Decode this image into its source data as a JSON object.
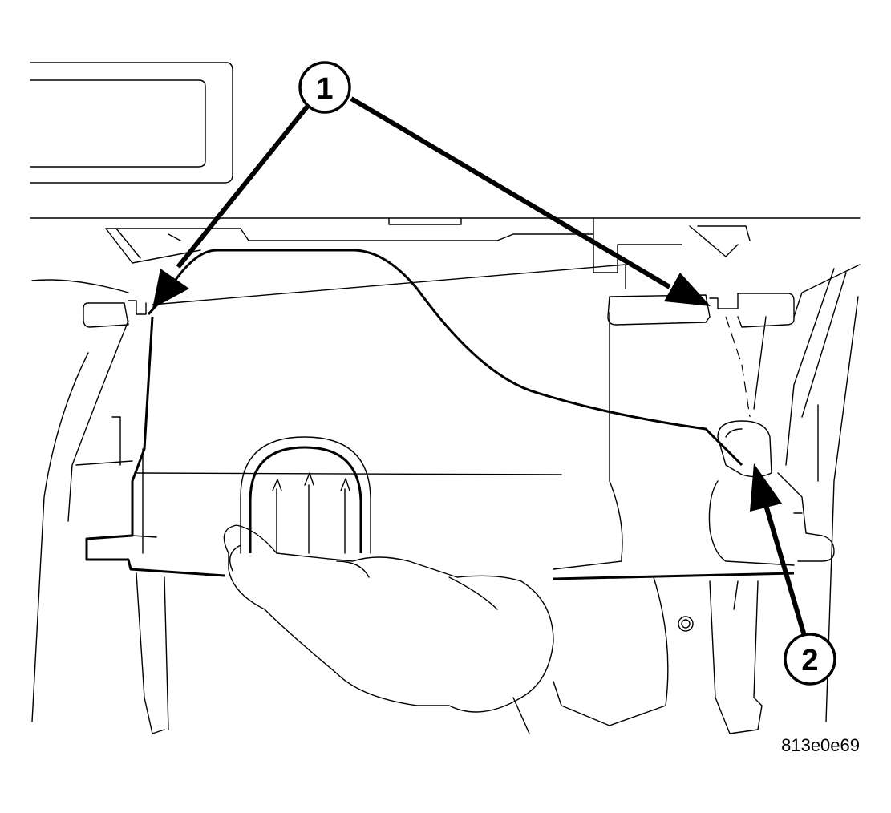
{
  "callouts": [
    {
      "label": "1"
    },
    {
      "label": "2"
    }
  ],
  "figure_id": "813e0e69"
}
